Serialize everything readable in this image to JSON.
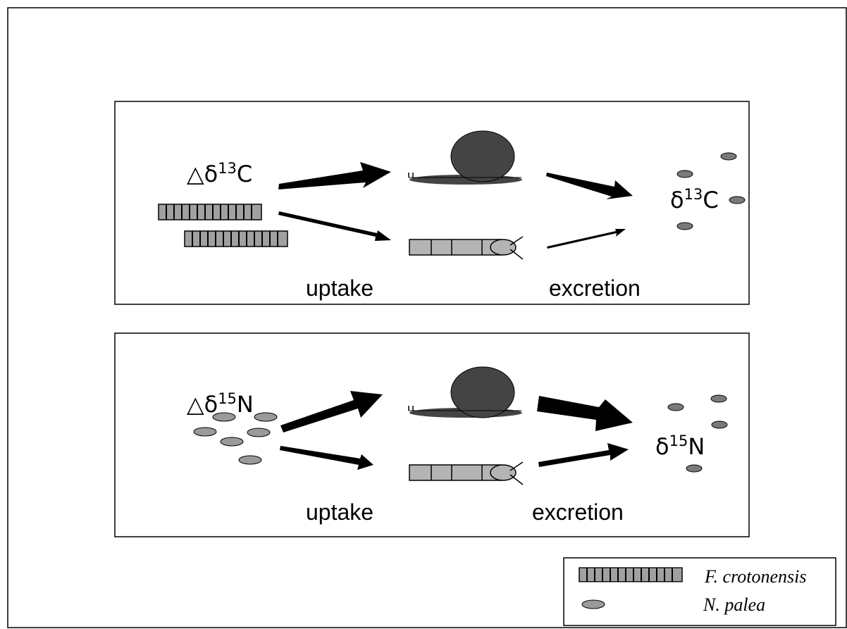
{
  "panel_carbon": {
    "input_label": {
      "prefix": "△δ",
      "isotope_mass": "13",
      "element": "C"
    },
    "output_label": {
      "prefix": "δ",
      "isotope_mass": "13",
      "element": "C"
    },
    "uptake_label": "uptake",
    "excretion_label": "excretion",
    "food_organism": "F. crotonensis"
  },
  "panel_nitrogen": {
    "input_label": {
      "prefix": "△δ",
      "isotope_mass": "15",
      "element": "N"
    },
    "output_label": {
      "prefix": "δ",
      "isotope_mass": "15",
      "element": "N"
    },
    "uptake_label": "uptake",
    "excretion_label": "excretion",
    "food_organism": "N. palea"
  },
  "legend": {
    "items": [
      {
        "symbol": "filament",
        "label": "F. crotonensis"
      },
      {
        "symbol": "ellipse",
        "label": "N. palea"
      }
    ]
  },
  "colors": {
    "outline": "#000000",
    "snail_body": "#444444",
    "worm_fill": "#b4b4b4",
    "filament_fill": "#a0a0a0",
    "cell_fill": "#9a9a9a",
    "excreted_cell_fill": "#7a7a7a"
  }
}
